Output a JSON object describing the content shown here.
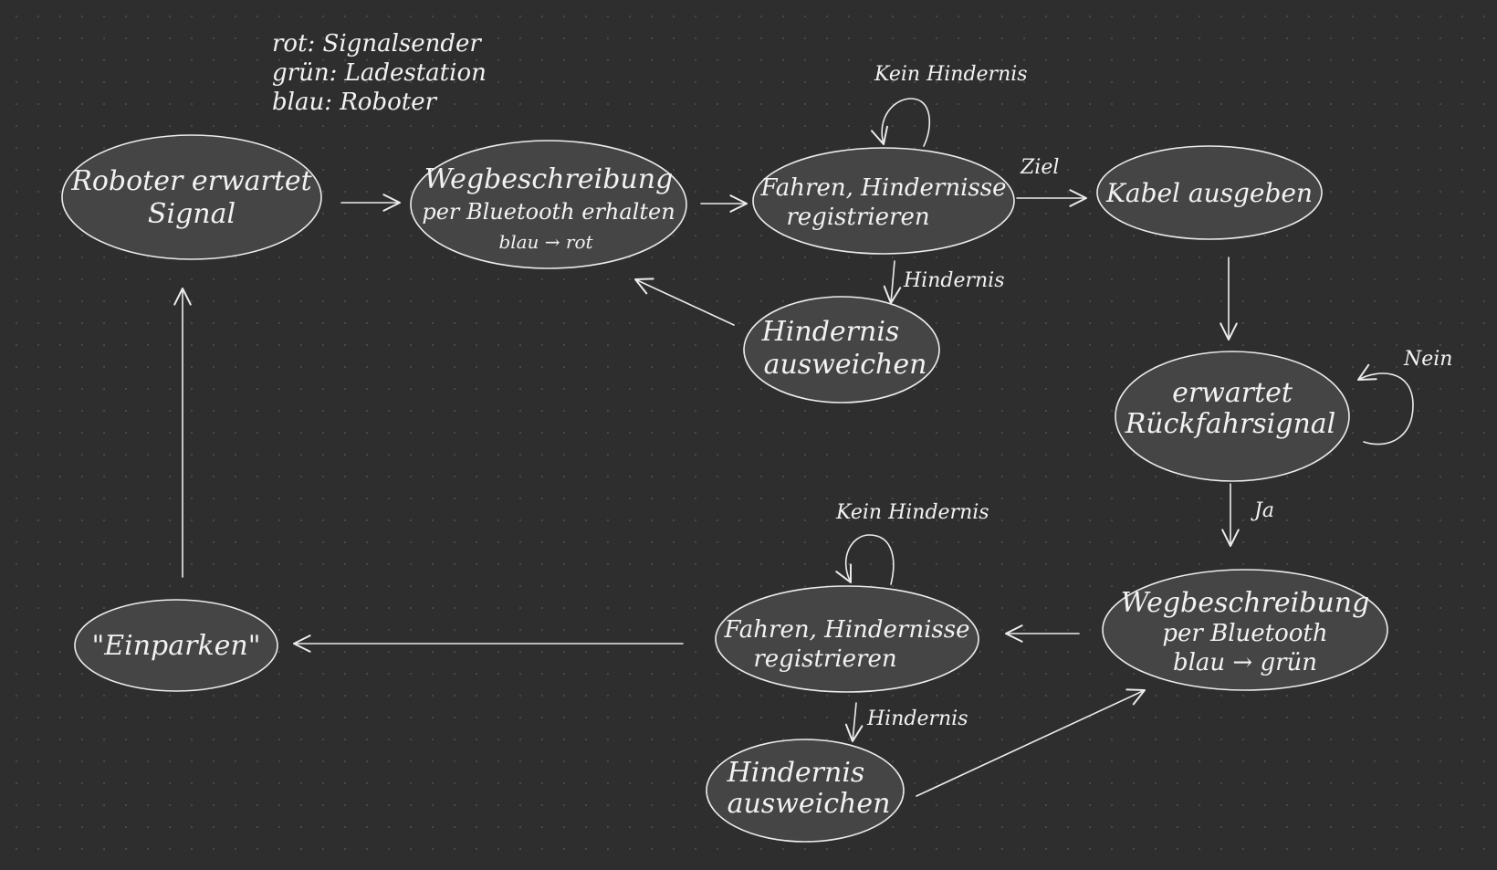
{
  "legend": {
    "line1": "rot:  Signalsender",
    "line2": "grün: Ladestation",
    "line3": "blau:  Roboter"
  },
  "nodes": {
    "roboter_erwartet": {
      "line1": "Roboter erwartet",
      "line2": "Signal"
    },
    "wegbeschreibung_rot": {
      "line1": "Wegbeschreibung",
      "line2": "per Bluetooth erhalten",
      "line3": "blau → rot"
    },
    "fahren_top": {
      "line1": "Fahren, Hindernisse",
      "line2": "registrieren"
    },
    "kabel_ausgeben": {
      "line1": "Kabel ausgeben"
    },
    "hindernis_top": {
      "line1": "Hindernis",
      "line2": "ausweichen"
    },
    "erwartet_rueckfahrsignal": {
      "line1": "erwartet",
      "line2": "Rückfahrsignal"
    },
    "wegbeschreibung_gruen": {
      "line1": "Wegbeschreibung",
      "line2": "per Bluetooth",
      "line3": "blau → grün"
    },
    "fahren_bottom": {
      "line1": "Fahren, Hindernisse",
      "line2": "registrieren"
    },
    "einparken": {
      "line1": "\"Einparken\""
    },
    "hindernis_bottom": {
      "line1": "Hindernis",
      "line2": "ausweichen"
    }
  },
  "edge_labels": {
    "kein_hindernis_top": "Kein Hindernis",
    "hindernis_top": "Hindernis",
    "ziel": "Ziel",
    "nein": "Nein",
    "ja": "Ja",
    "kein_hindernis_bottom": "Kein Hindernis",
    "hindernis_bottom": "Hindernis"
  },
  "colors": {
    "background": "#2e2e2e",
    "node_fill": "#454545",
    "stroke": "#ececec"
  }
}
